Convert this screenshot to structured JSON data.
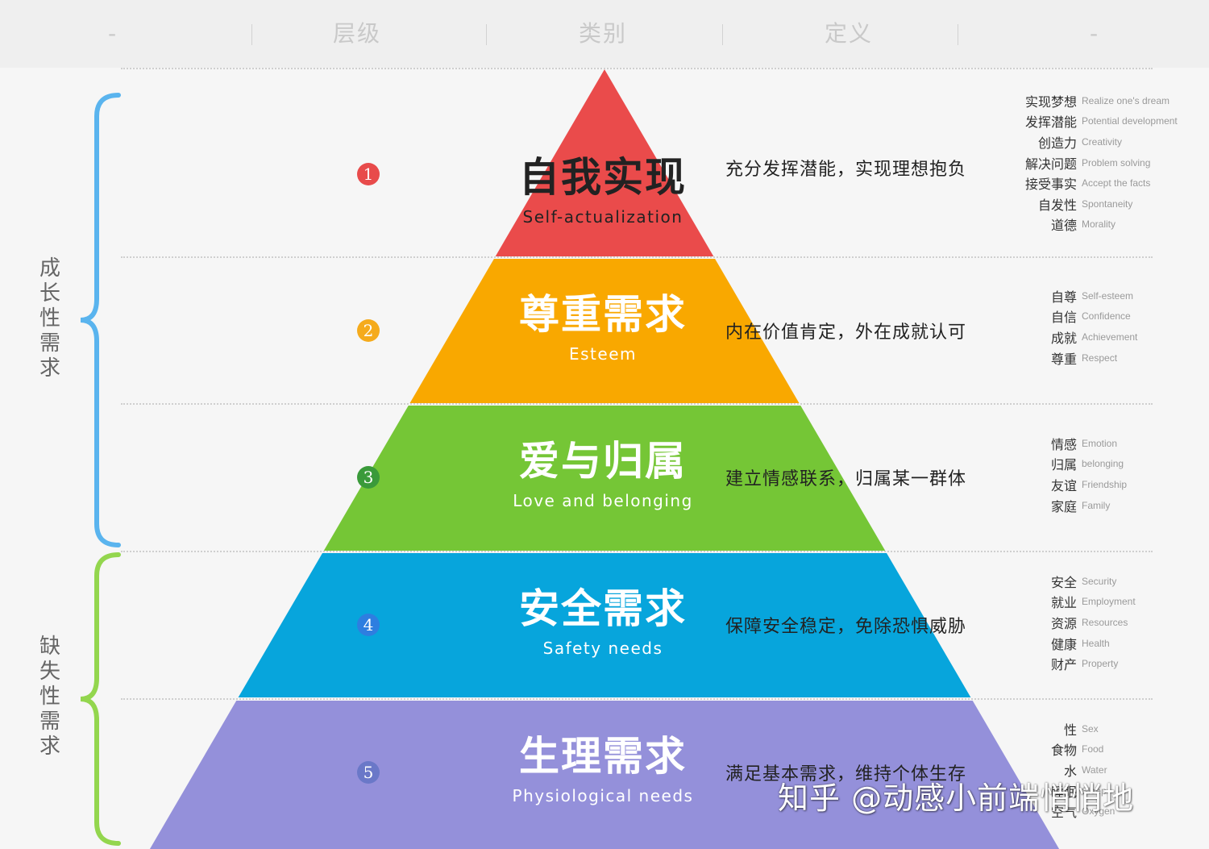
{
  "header": {
    "columns": [
      "-",
      "层级",
      "类别",
      "定义",
      "-"
    ]
  },
  "groups": {
    "growth": "成长性需求",
    "deficiency": "缺失性需求"
  },
  "tiers": [
    {
      "index": "1",
      "title_zh": "自我实现",
      "title_en": "Self-actualization",
      "definition": "充分发挥潜能，实现理想抱负",
      "color": "#ea4b4b",
      "text_color": "#222222",
      "keywords": [
        {
          "zh": "实现梦想",
          "en": "Realize one's dream"
        },
        {
          "zh": "发挥潜能",
          "en": "Potential development"
        },
        {
          "zh": "创造力",
          "en": "Creativity"
        },
        {
          "zh": "解决问题",
          "en": "Problem solving"
        },
        {
          "zh": "接受事实",
          "en": "Accept the facts"
        },
        {
          "zh": "自发性",
          "en": "Spontaneity"
        },
        {
          "zh": "道德",
          "en": "Morality"
        }
      ]
    },
    {
      "index": "2",
      "title_zh": "尊重需求",
      "title_en": "Esteem",
      "definition": "内在价值肯定，外在成就认可",
      "color": "#f9a800",
      "text_color": "#ffffff",
      "keywords": [
        {
          "zh": "自尊",
          "en": "Self-esteem"
        },
        {
          "zh": "自信",
          "en": "Confidence"
        },
        {
          "zh": "成就",
          "en": "Achievement"
        },
        {
          "zh": "尊重",
          "en": "Respect"
        }
      ]
    },
    {
      "index": "3",
      "title_zh": "爱与归属",
      "title_en": "Love and belonging",
      "definition": "建立情感联系，归属某一群体",
      "color": "#75c636",
      "text_color": "#ffffff",
      "keywords": [
        {
          "zh": "情感",
          "en": "Emotion"
        },
        {
          "zh": "归属",
          "en": "belonging"
        },
        {
          "zh": "友谊",
          "en": "Friendship"
        },
        {
          "zh": "家庭",
          "en": "Family"
        }
      ]
    },
    {
      "index": "4",
      "title_zh": "安全需求",
      "title_en": "Safety needs",
      "definition": "保障安全稳定，免除恐惧威胁",
      "color": "#07a5dc",
      "text_color": "#ffffff",
      "keywords": [
        {
          "zh": "安全",
          "en": "Security"
        },
        {
          "zh": "就业",
          "en": "Employment"
        },
        {
          "zh": "资源",
          "en": "Resources"
        },
        {
          "zh": "健康",
          "en": "Health"
        },
        {
          "zh": "财产",
          "en": "Property"
        }
      ]
    },
    {
      "index": "5",
      "title_zh": "生理需求",
      "title_en": "Physiological needs",
      "definition": "满足基本需求，维持个体生存",
      "color": "#9490da",
      "text_color": "#ffffff",
      "keywords": [
        {
          "zh": "性",
          "en": "Sex"
        },
        {
          "zh": "食物",
          "en": "Food"
        },
        {
          "zh": "水",
          "en": "Water"
        },
        {
          "zh": "睡眠",
          "en": "Sleep"
        },
        {
          "zh": "空气",
          "en": "Oxygen"
        }
      ]
    }
  ],
  "colors": {
    "growth_brace": "#5ab4ee",
    "deficiency_brace": "#93d64e",
    "badge_1": "#e84b4b",
    "badge_2": "#f5ab1c",
    "badge_3": "#3a9a3a",
    "badge_4": "#2e7ee0",
    "badge_5": "#6a78c8"
  },
  "watermark": "知乎 @动感小前端悄悄地"
}
